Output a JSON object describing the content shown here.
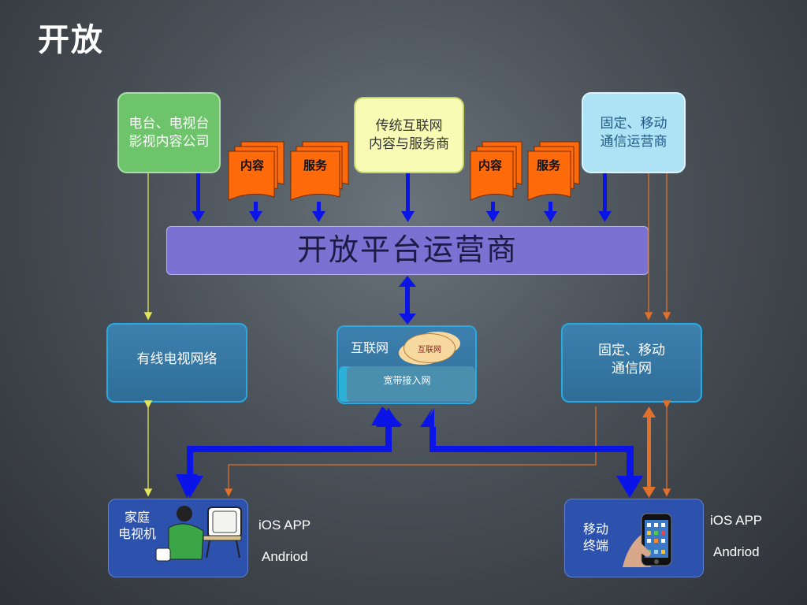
{
  "title": "开放",
  "sources": {
    "tv_content": {
      "line1": "电台、电视台",
      "line2": "影视内容公司"
    },
    "internet": {
      "line1": "传统互联网",
      "line2": "内容与服务商"
    },
    "telecom": {
      "line1": "固定、移动",
      "line2": "通信运营商"
    }
  },
  "docs": {
    "content": "内容",
    "service": "服务"
  },
  "platform": "开放平台运营商",
  "networks": {
    "cable": "有线电视网络",
    "internet": {
      "title": "互联网",
      "cloud": "互联网",
      "broadband": "宽带接入网"
    },
    "telecom": {
      "line1": "固定、移动",
      "line2": "通信网"
    }
  },
  "devices": {
    "home": {
      "line1": "家庭",
      "line2": "电视机",
      "app1": "iOS APP",
      "app2": "Andriod"
    },
    "mobile": {
      "line1": "移动",
      "line2": "终端",
      "app1": "iOS APP",
      "app2": "Andriod"
    }
  },
  "colors": {
    "arrow_blue": "#0a14e6",
    "line_orange": "#e0702a",
    "line_yellow": "#e4e45a",
    "doc_orange": "#ff6a0a"
  }
}
